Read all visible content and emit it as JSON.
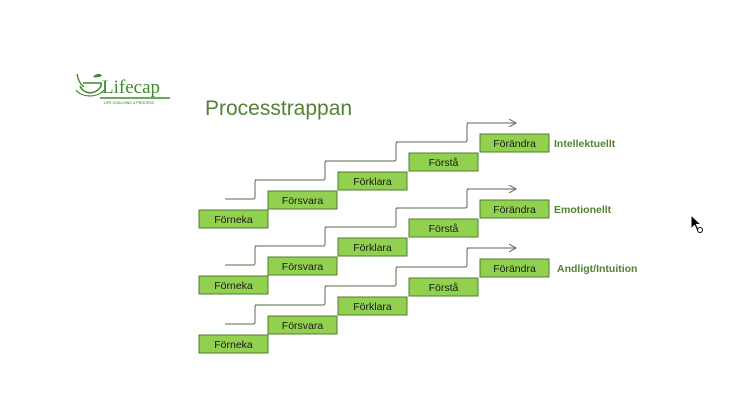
{
  "logo": {
    "text": "Lifecap",
    "tagline": "LIFE COACHING & PROCESS",
    "colors": {
      "green": "#3f8a2e",
      "dark": "#2f6b27"
    },
    "icon": "teapot-leaf-icon"
  },
  "slide": {
    "title": "Processtrappan"
  },
  "diagram": {
    "colors": {
      "fill": "#92d050",
      "border": "#4d7f2c",
      "label": "#548235",
      "line": "#5a6b4c"
    },
    "rows": [
      {
        "name": "Intellektuellt",
        "steps": [
          "Förneka",
          "Försvara",
          "Förklara",
          "Förstå",
          "Förändra"
        ]
      },
      {
        "name": "Emotionellt",
        "steps": [
          "Förneka",
          "Försvara",
          "Förklara",
          "Förstå",
          "Förändra"
        ]
      },
      {
        "name": "Andligt/Intuition",
        "steps": [
          "Förneka",
          "Försvara",
          "Förklara",
          "Förstå",
          "Förändra"
        ]
      }
    ]
  },
  "cursor": {
    "icon": "mouse-pointer-busy-icon"
  }
}
